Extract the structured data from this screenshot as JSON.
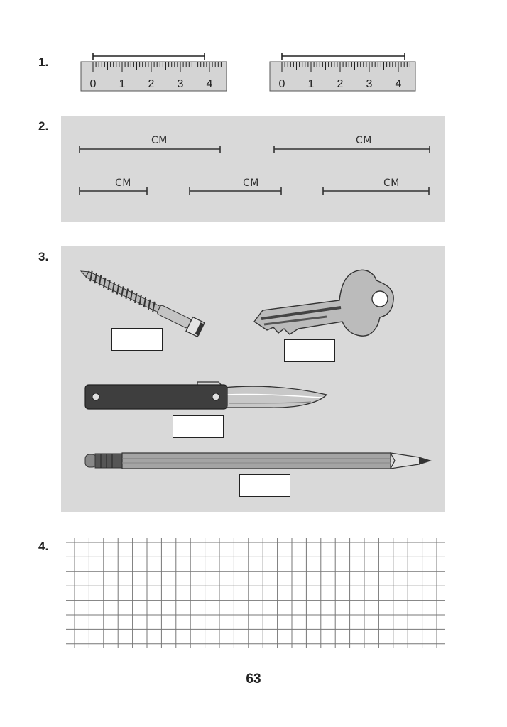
{
  "exercises": [
    {
      "number": "1."
    },
    {
      "number": "2."
    },
    {
      "number": "3."
    },
    {
      "number": "4."
    }
  ],
  "rulers": {
    "labels": [
      "0",
      "1",
      "2",
      "3",
      "4"
    ],
    "fill_color": "#d4d4d4"
  },
  "exercise2": {
    "unit_labels": [
      "CM",
      "CM",
      "CM",
      "CM",
      "CM"
    ],
    "panel_color": "#d9d9d9"
  },
  "exercise3": {
    "objects": [
      "screw-icon",
      "key-icon",
      "pocket-knife-icon",
      "pencil-icon"
    ]
  },
  "grid": {
    "line_color": "#777777"
  },
  "page_number": "63"
}
